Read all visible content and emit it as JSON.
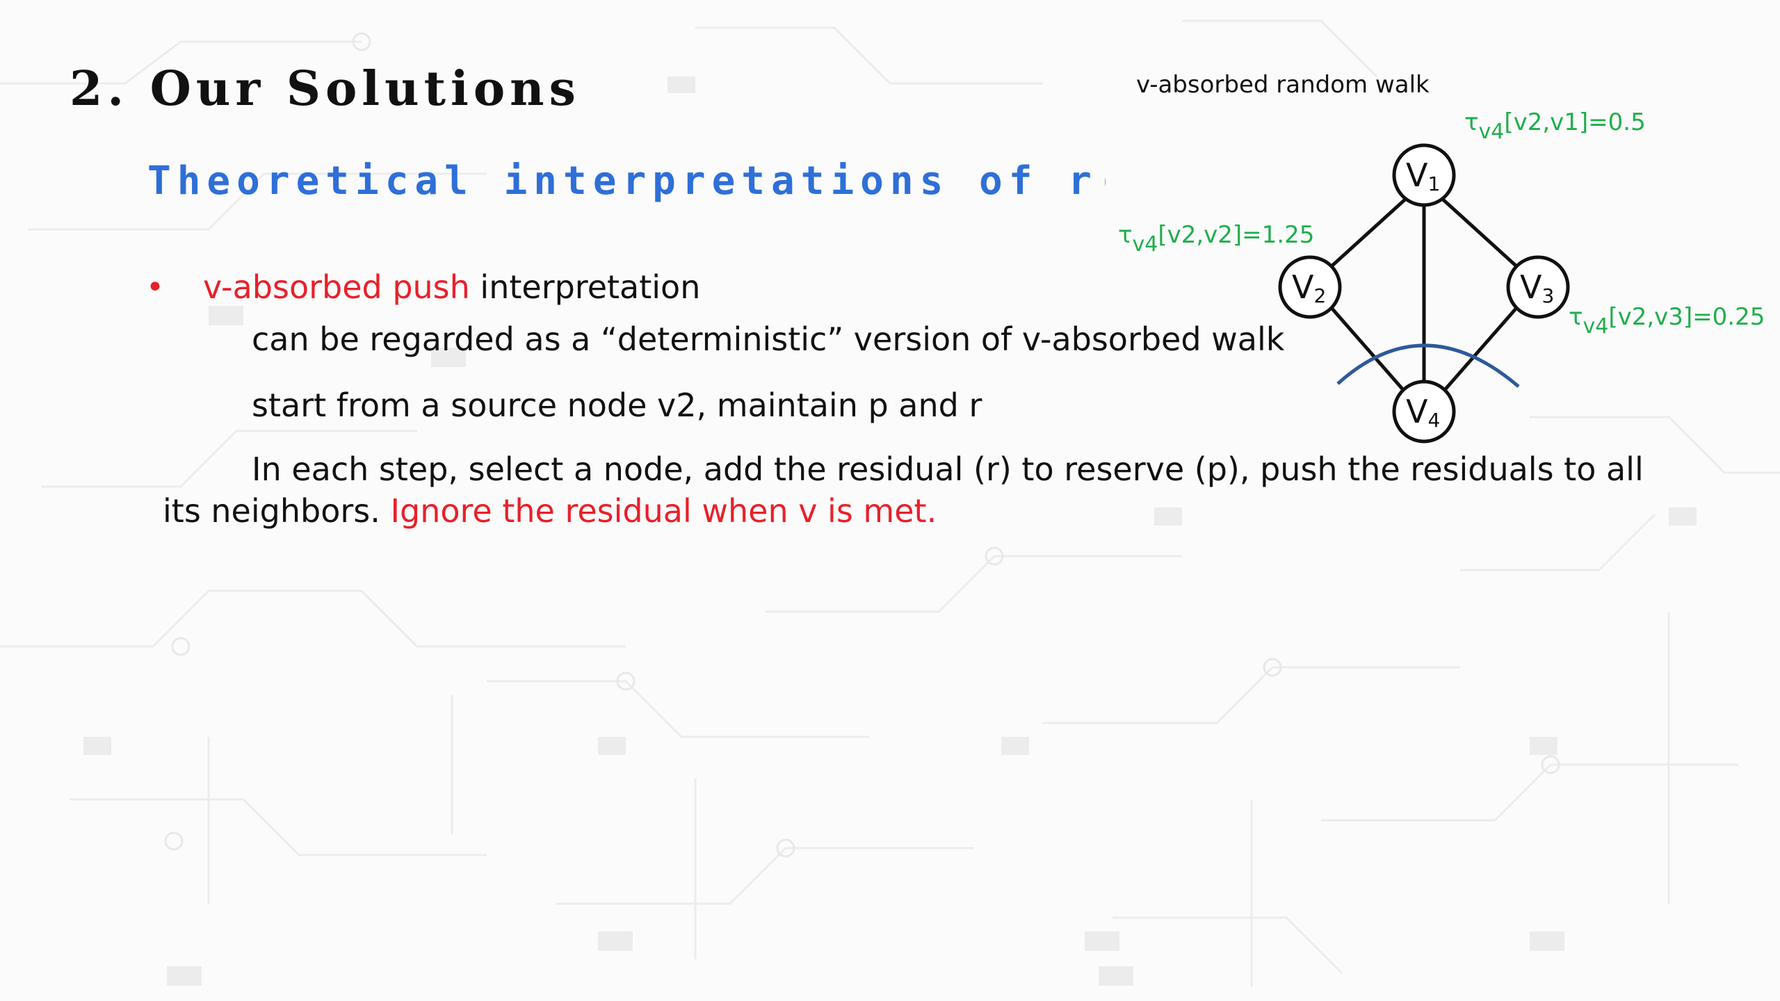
{
  "slide": {
    "title": "2. Our Solutions",
    "subtitle": "Theoretical interpretations of r(s,t)",
    "bullet_marker": "•",
    "bullet": {
      "highlight": "v-absorbed push",
      "rest": " interpretation"
    },
    "line2": "can be regarded as a “deterministic” version of v-absorbed walk",
    "line3": "start from a source node v2, maintain p and r",
    "line4": "In each step, select a node, add the residual (r) to reserve (p), push the residuals to all",
    "line5": {
      "normal": "its neighbors. ",
      "highlight": "Ignore the residual when v is met."
    }
  },
  "graph": {
    "caption": "v-absorbed random walk",
    "nodes": [
      {
        "label": "V",
        "sub": "1"
      },
      {
        "label": "V",
        "sub": "2"
      },
      {
        "label": "V",
        "sub": "3"
      },
      {
        "label": "V",
        "sub": "4"
      }
    ],
    "annotations": [
      {
        "tau": "τ",
        "sub": "v4",
        "rest": "[v2,v1]=0.5"
      },
      {
        "tau": "τ",
        "sub": "v4",
        "rest": "[v2,v2]=1.25"
      },
      {
        "tau": "τ",
        "sub": "v4",
        "rest": "[v2,v3]=0.25"
      }
    ],
    "colors": {
      "annotation": "#1fae4b",
      "cut_curve": "#2d5a9a",
      "edges": "#111111"
    }
  },
  "colors": {
    "title": "#111111",
    "subtitle": "#2e6fd8",
    "highlight": "#e8202a"
  }
}
